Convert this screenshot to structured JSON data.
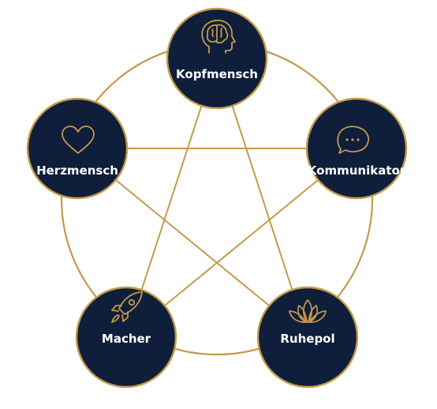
{
  "colors": {
    "node_fill": "#0f1e3a",
    "gold": "#c49a4a",
    "label": "#ffffff",
    "background": "#ffffff"
  },
  "nodes": [
    {
      "id": "kopfmensch",
      "label": "Kopfmensch",
      "icon": "brain-head-icon"
    },
    {
      "id": "kommunikator",
      "label": "Kommunikator",
      "icon": "speech-bubble-icon"
    },
    {
      "id": "ruhepol",
      "label": "Ruhepol",
      "icon": "lotus-icon"
    },
    {
      "id": "macher",
      "label": "Macher",
      "icon": "rocket-icon"
    },
    {
      "id": "herzmensch",
      "label": "Herzmensch",
      "icon": "heart-icon"
    }
  ]
}
